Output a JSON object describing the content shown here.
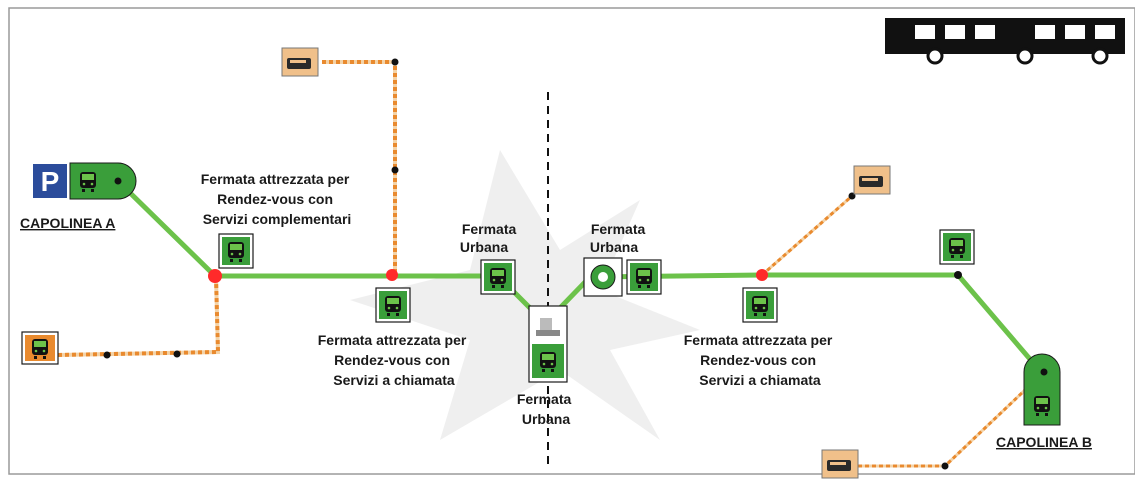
{
  "colors": {
    "route_green": "#6cc24a",
    "stop_green": "#3a9e3a",
    "node_red": "#ff2a2a",
    "dotted_orange": "#e98a2e",
    "dotted_beige": "#f3d3a8",
    "parking_blue": "#2b4c9b",
    "border": "#9a9a9a"
  },
  "labels": {
    "capolinea_a": "CAPOLINEA A",
    "capolinea_b": "CAPOLINEA B",
    "complementari": [
      "Fermata attrezzata per",
      "Rendez-vous con",
      "Servizi complementari"
    ],
    "chiamata_left": [
      "Fermata attrezzata per",
      "Rendez-vous con",
      "Servizi a chiamata"
    ],
    "chiamata_right": [
      "Fermata attrezzata per",
      "Rendez-vous con",
      "Servizi a chiamata"
    ],
    "urbana_1": [
      "Fermata",
      "Urbana"
    ],
    "urbana_2": [
      "Fermata",
      "Urbana"
    ],
    "urbana_3": [
      "Fermata",
      "Urbana"
    ],
    "parking_letter": "P"
  },
  "icons": {
    "parking": "parking-icon",
    "bus_stop": "bus-stop-icon",
    "minibus": "minibus-icon",
    "train": "train-icon",
    "taxi": "taxi-icon",
    "bike_share": "bike-share-icon",
    "bus_silhouette": "bus-silhouette-icon"
  }
}
